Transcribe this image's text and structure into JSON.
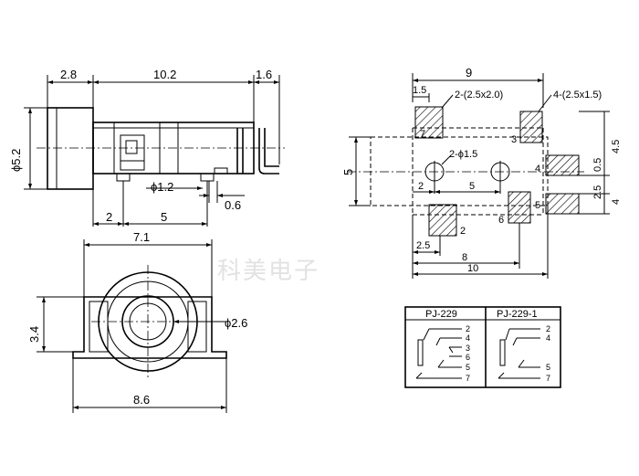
{
  "side_view": {
    "dim_top": [
      "2.8",
      "10.2",
      "1.6"
    ],
    "dim_left": "ϕ5.2",
    "dim_pin_dia": "ϕ1.2",
    "dim_pin_w": "0.6",
    "dim_bottom": [
      "2",
      "5"
    ]
  },
  "front_view": {
    "dim_width": "7.1",
    "dim_height": "3.4",
    "dim_hole": "ϕ2.6",
    "dim_base": "8.6"
  },
  "footprint": {
    "dim_total": "9",
    "dim_edge": "1.5",
    "pad_large": "2-(2.5x2.0)",
    "pad_small": "4-(2.5x1.5)",
    "holes": "2-ϕ1.5",
    "dim_left": "5",
    "dim_hole_off": "2",
    "dim_hole_pitch": "5",
    "dim_right": [
      "4.5",
      "0.5",
      "2.5",
      "4"
    ],
    "dim_bottom": [
      "2.5",
      "8",
      "10"
    ],
    "pins": [
      "7",
      "3",
      "4",
      "5",
      "6",
      "2"
    ]
  },
  "watermark": "科美电子",
  "schematic": {
    "headers": [
      "PJ-229",
      "PJ-229-1"
    ],
    "pins_a": [
      "2",
      "4",
      "3",
      "6",
      "5",
      "7"
    ],
    "pins_b": [
      "2",
      "4",
      "5",
      "7"
    ]
  }
}
